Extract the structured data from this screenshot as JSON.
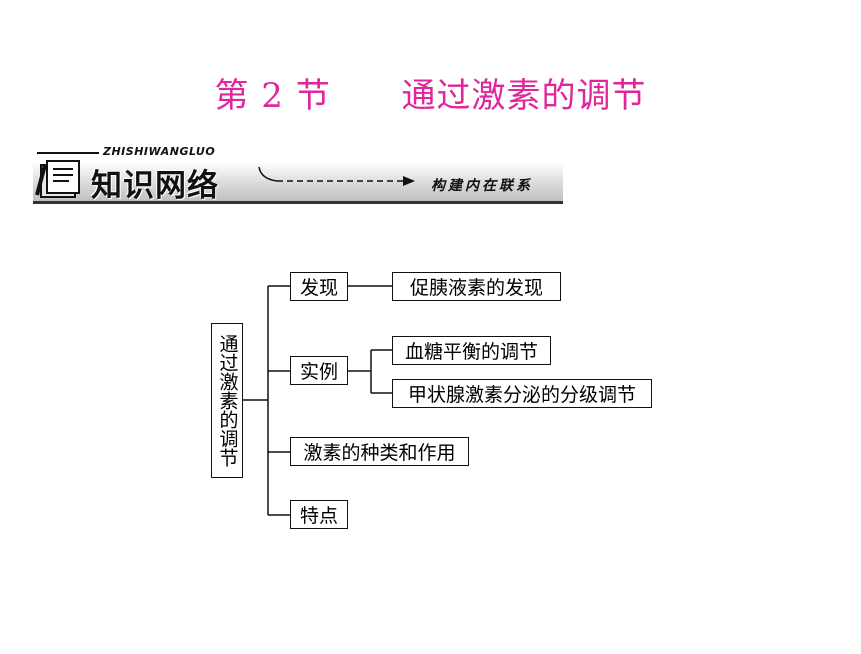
{
  "title": "第 2 节      通过激素的调节",
  "banner": {
    "english": "ZHISHIWANGLUO",
    "main": "知识网络",
    "sub": "构建内在联系"
  },
  "diagram": {
    "root": "通过激素的调节",
    "branches": [
      {
        "label": "发现",
        "children": [
          "促胰液素的发现"
        ]
      },
      {
        "label": "实例",
        "children": [
          "血糖平衡的调节",
          "甲状腺激素分泌的分级调节"
        ]
      },
      {
        "label": "激素的种类和作用",
        "children": []
      },
      {
        "label": "特点",
        "children": []
      }
    ]
  },
  "colors": {
    "title": "#e0269a",
    "line": "#111111"
  },
  "icons": [
    "book-icon",
    "dashed-arrow-icon"
  ]
}
